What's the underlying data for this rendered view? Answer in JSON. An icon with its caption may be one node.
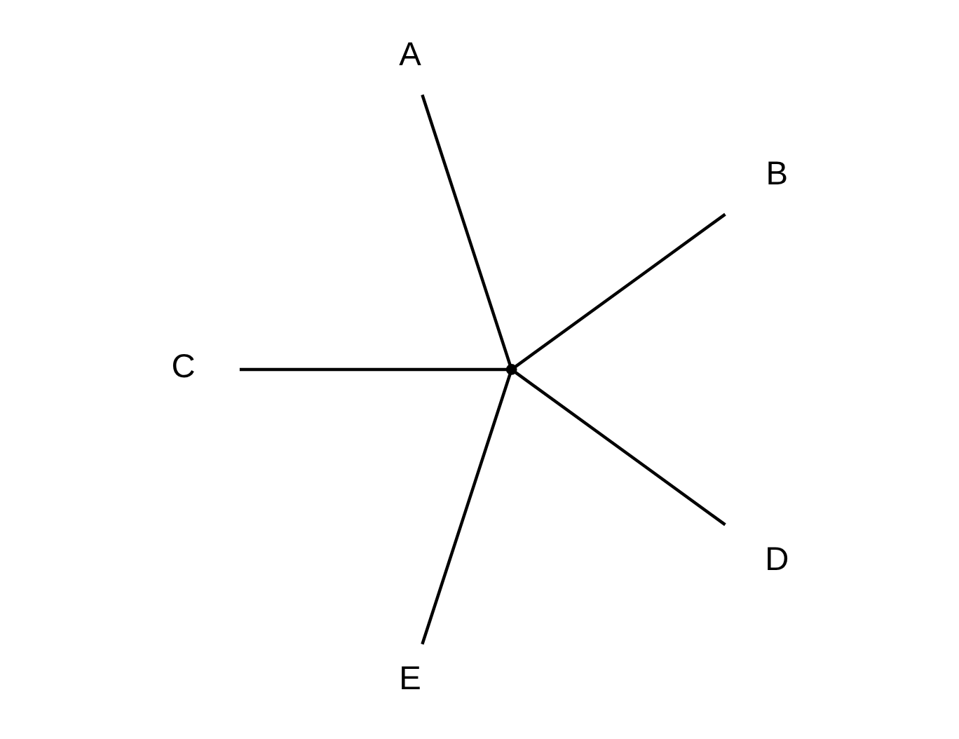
{
  "diagram": {
    "nodes": [
      {
        "text": [
          "B"
        ]
      },
      {
        "text": [
          "A"
        ]
      },
      {
        "text": [
          "C"
        ]
      },
      {
        "text": [],
        "shape": "point"
      },
      {
        "text": [
          "E"
        ]
      },
      {
        "text": [
          "D"
        ]
      }
    ],
    "edges": [
      {
        "from": 3,
        "to": 1,
        "arrow": "none"
      },
      {
        "from": 3,
        "to": 0,
        "arrow": "none"
      },
      {
        "from": 3,
        "to": 2,
        "arrow": "none"
      },
      {
        "from": 3,
        "to": 5,
        "arrow": "none"
      },
      {
        "from": 3,
        "to": 4,
        "arrow": "none"
      }
    ]
  }
}
